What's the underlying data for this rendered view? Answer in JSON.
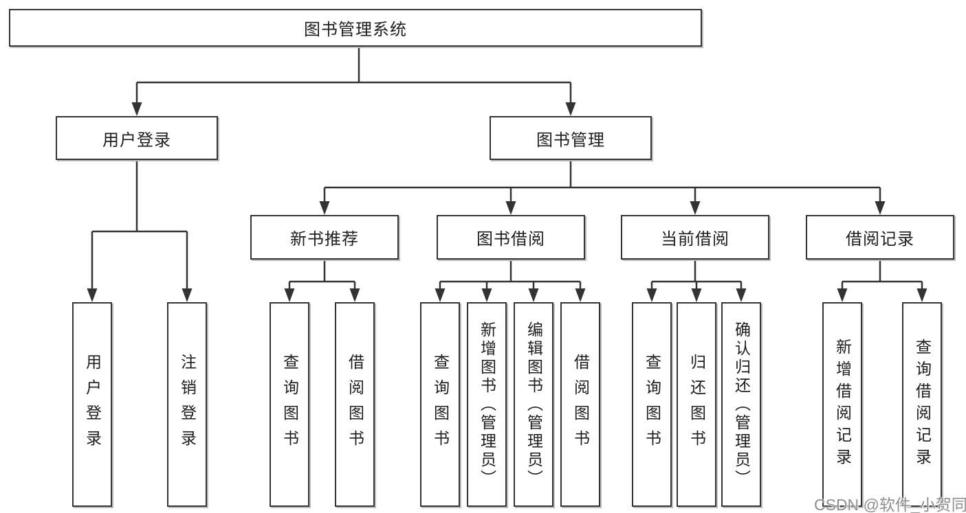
{
  "diagram": {
    "root": {
      "label": "图书管理系统"
    },
    "level2": [
      {
        "label": "用户登录"
      },
      {
        "label": "图书管理"
      }
    ],
    "level3": [
      {
        "label": "新书推荐"
      },
      {
        "label": "图书借阅"
      },
      {
        "label": "当前借阅"
      },
      {
        "label": "借阅记录"
      }
    ],
    "leaves": {
      "user": [
        {
          "label": "用户登录"
        },
        {
          "label": "注销登录"
        }
      ],
      "recommend": [
        {
          "label": "查询图书"
        },
        {
          "label": "借阅图书"
        }
      ],
      "borrow": [
        {
          "label": "查询图书"
        },
        {
          "label": "新增图书（管理员）"
        },
        {
          "label": "编辑图书（管理员）"
        },
        {
          "label": "借阅图书"
        }
      ],
      "current": [
        {
          "label": "查询图书"
        },
        {
          "label": "归还图书"
        },
        {
          "label": "确认归还（管理员）"
        }
      ],
      "records": [
        {
          "label": "新增借阅记录"
        },
        {
          "label": "查询借阅记录"
        }
      ]
    }
  },
  "watermark": {
    "text": "CSDN @软件_小贺同学",
    "color": "#8e8e8e"
  },
  "colors": {
    "background": "#ffffff",
    "line": "#333333",
    "box_border": "#333333",
    "box_shadow": "#bdbdbd",
    "text": "#1d1d1d"
  }
}
